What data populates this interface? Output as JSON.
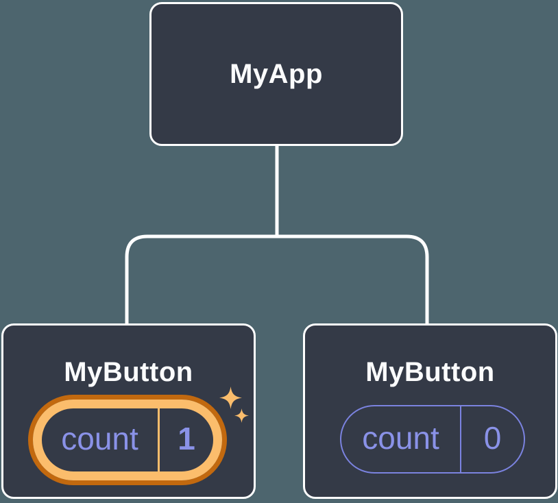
{
  "diagram": {
    "colors": {
      "background": "#4D656E",
      "node_fill": "#343A47",
      "node_border": "#FFFFFF",
      "connector": "#FFFFFF",
      "title_text": "#FBFCFD",
      "accent_purple": "#8A92E8",
      "purple_border": "#7B83E0",
      "orange_light": "#FBBD6C",
      "orange_dark": "#C2690F"
    },
    "root": {
      "label": "MyApp"
    },
    "children": [
      {
        "label": "MyButton",
        "state": {
          "name": "count",
          "value": "1"
        },
        "highlighted": true
      },
      {
        "label": "MyButton",
        "state": {
          "name": "count",
          "value": "0"
        },
        "highlighted": false
      }
    ]
  }
}
